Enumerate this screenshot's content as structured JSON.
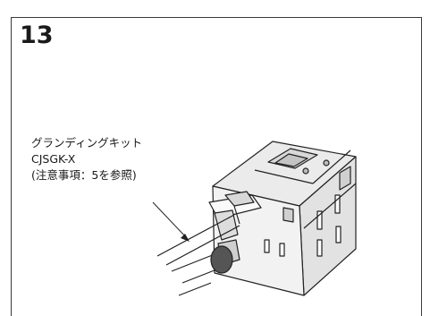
{
  "step": {
    "number": "13"
  },
  "callout": {
    "line1": "グランディングキット",
    "line2": "CJSGK-X",
    "line3": "(注意事項：5を参照)"
  }
}
